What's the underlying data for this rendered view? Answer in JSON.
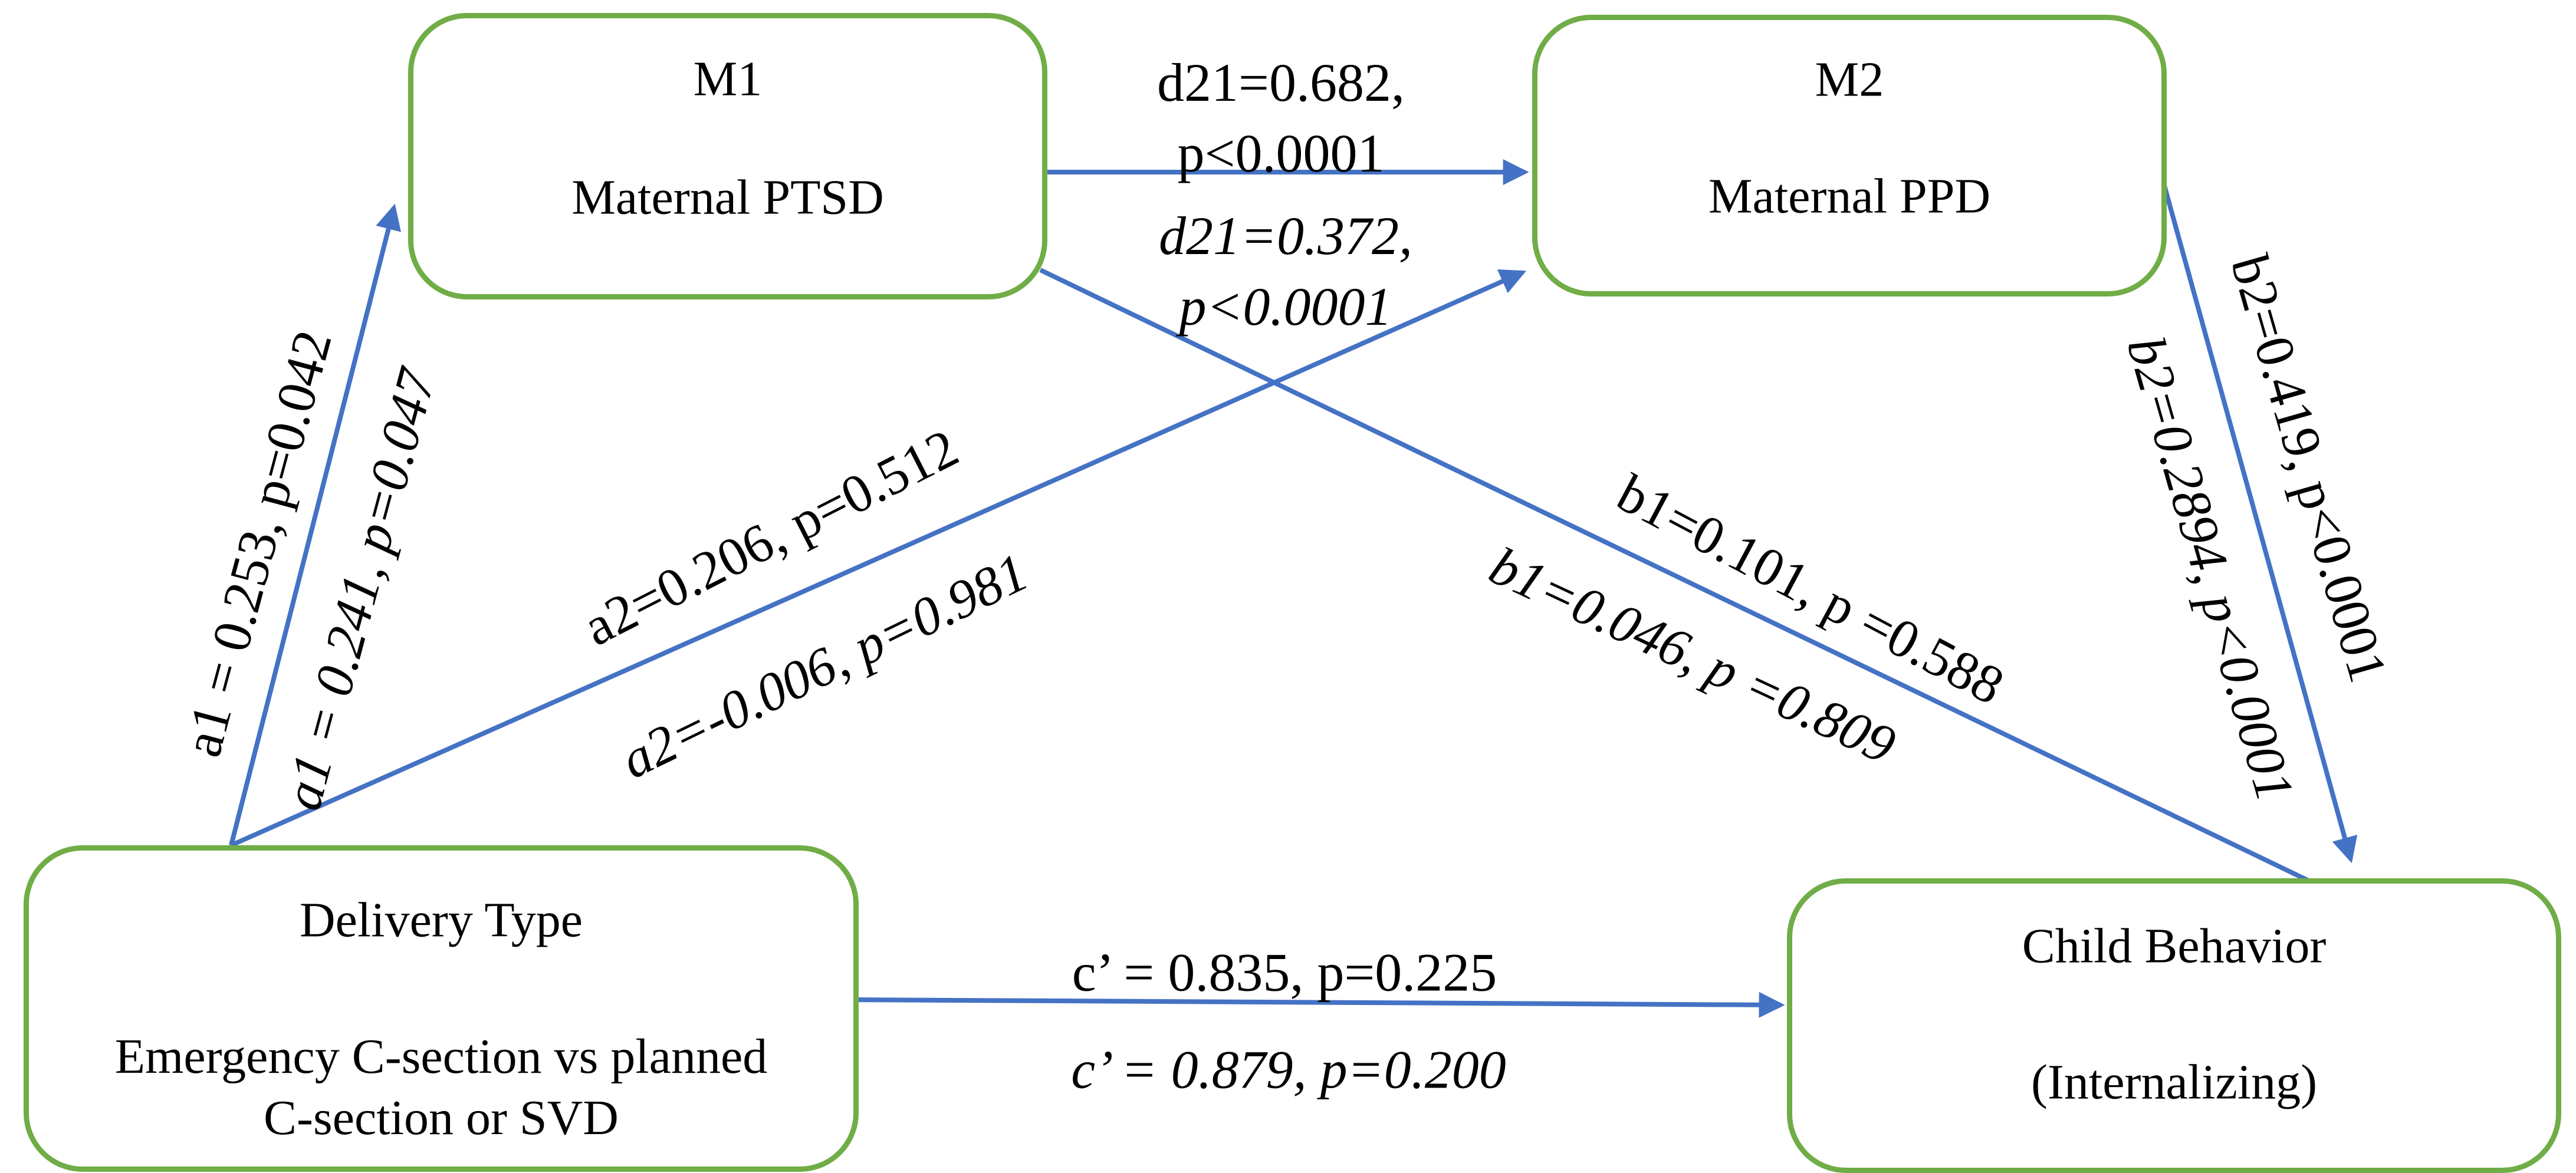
{
  "diagram": {
    "type": "mediation-path-model",
    "nodes": {
      "m1": {
        "id_label": "M1",
        "name": "Maternal PTSD"
      },
      "m2": {
        "id_label": "M2",
        "name": "Maternal PPD"
      },
      "x": {
        "title": "Delivery Type",
        "subtitle_line1": "Emergency C-section vs planned",
        "subtitle_line2": "C-section or SVD"
      },
      "y": {
        "title": "Child Behavior",
        "subtitle": "(Internalizing)"
      }
    },
    "paths": {
      "a1": {
        "from": "x",
        "to": "m1",
        "primary": "a1 = 0.253, p=0.042",
        "secondary": "a1 = 0.241, p=0.047"
      },
      "a2": {
        "from": "x",
        "to": "m2",
        "primary": "a2=0.206, p=0.512",
        "secondary": "a2=-0.006, p=0.981"
      },
      "d21": {
        "from": "m1",
        "to": "m2",
        "primary_line1": "d21=0.682,",
        "primary_line2": "p<0.0001",
        "secondary_line1": "d21=0.372,",
        "secondary_line2": "p<0.0001"
      },
      "b1": {
        "from": "m1",
        "to": "y",
        "primary": "b1=0.101, p =0.588",
        "secondary": "b1=0.046, p =0.809"
      },
      "b2": {
        "from": "m2",
        "to": "y",
        "primary": "b2=0.419, p<0.0001",
        "secondary": "b2=0.2894, p<0.0001"
      },
      "c_prime": {
        "from": "x",
        "to": "y",
        "primary": "c’ = 0.835, p=0.225",
        "secondary": "c’ = 0.879, p=0.200"
      }
    },
    "colors": {
      "box_border": "#70AD47",
      "arrow": "#4472C4",
      "text": "#000000"
    }
  }
}
